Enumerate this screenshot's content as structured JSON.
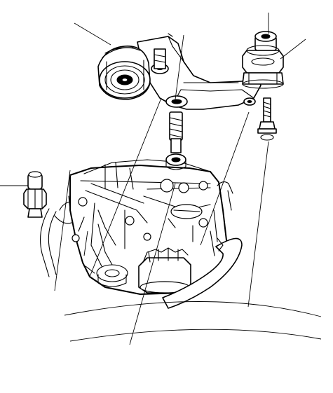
{
  "diagram": {
    "labels": [],
    "components": [
      "belt-tensioner-pulley",
      "tensioner-bracket",
      "tensioner-mount-bolt",
      "bracket-bolt",
      "bushing-collar-set",
      "engine-block",
      "water-pump",
      "coolant-pipe",
      "coolant-hose",
      "oil-pressure-switch"
    ],
    "leader_line_count": 11
  }
}
